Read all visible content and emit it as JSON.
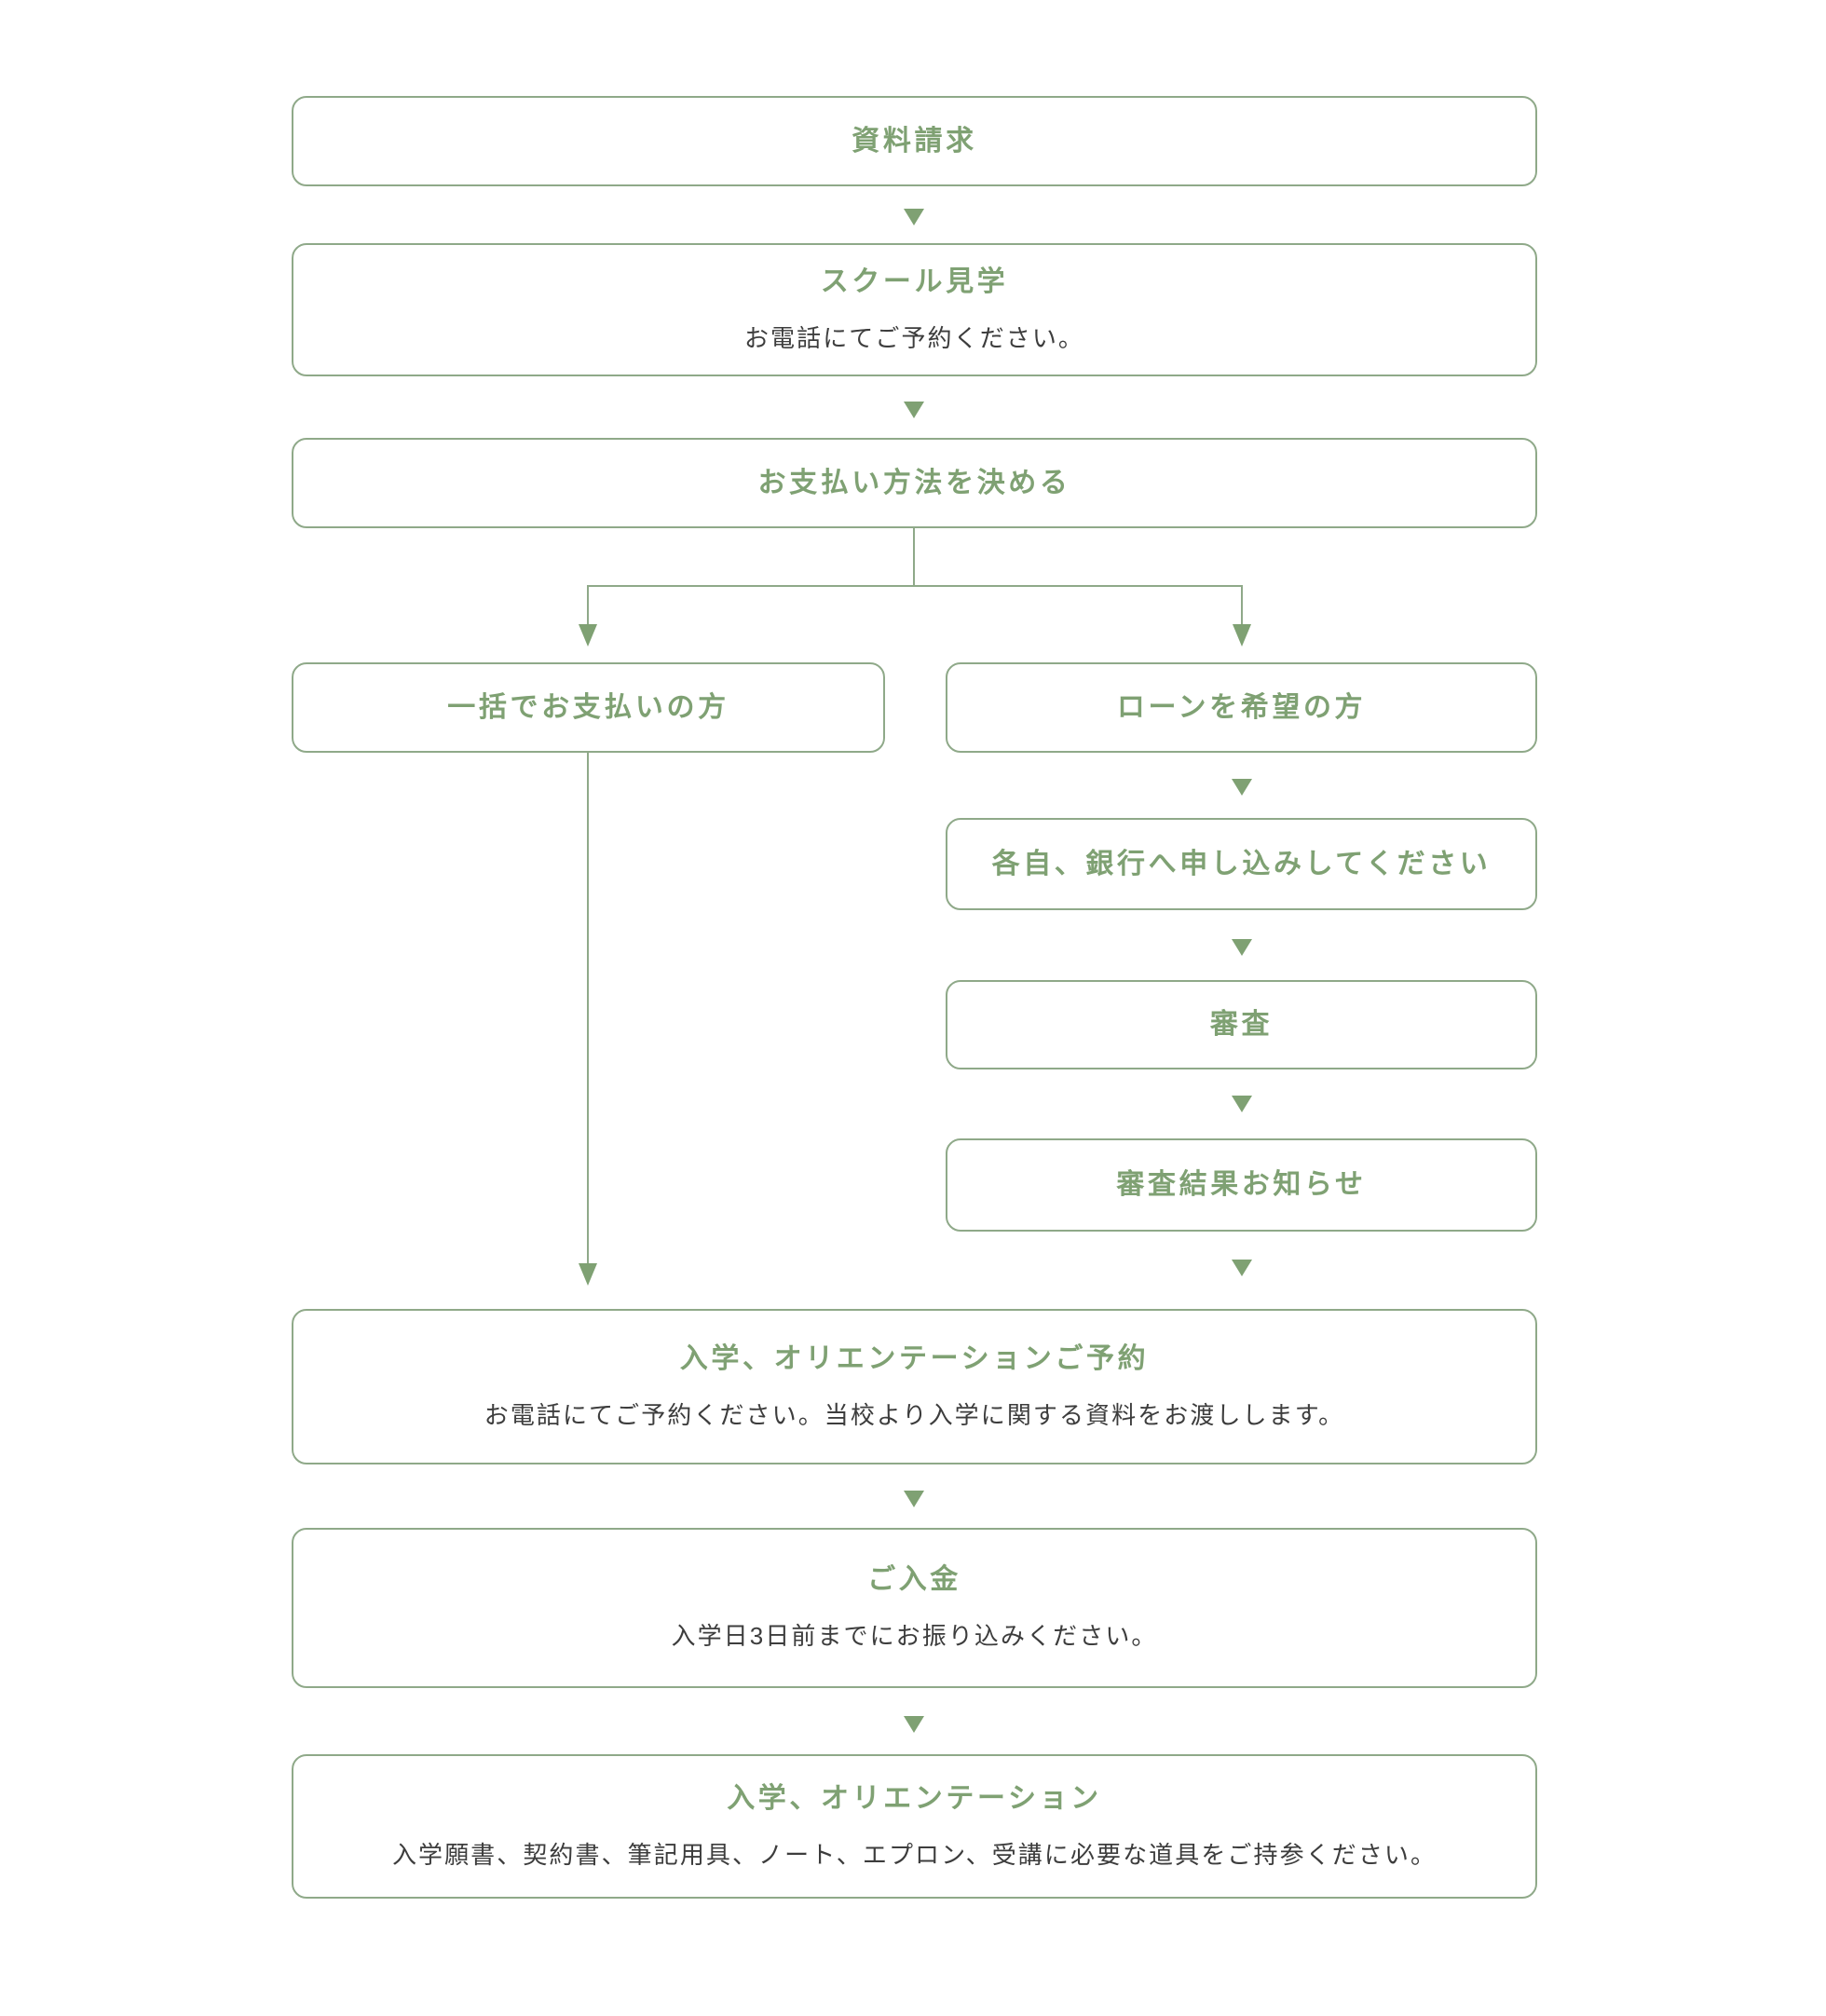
{
  "page": {
    "background": "#ffffff",
    "description": "enrollment flow chart"
  },
  "colors": {
    "accent_green": "#7fa173",
    "border_green": "#8fa989",
    "body_text": "#3d3d3d"
  },
  "icons": {
    "down_arrow_glyph": "▼"
  },
  "flow": {
    "request": {
      "title": "資料請求"
    },
    "tour": {
      "title": "スクール見学",
      "subtitle": "お電話にてご予約ください。"
    },
    "decide_payment": {
      "title": "お支払い方法を決める"
    },
    "lump_sum": {
      "title": "一括でお支払いの方"
    },
    "loan": {
      "title": "ローンを希望の方"
    },
    "loan_apply": {
      "title": "各自、銀行へ申し込みしてください"
    },
    "screening": {
      "title": "審査"
    },
    "screening_result": {
      "title": "審査結果お知らせ"
    },
    "orientation_reserve": {
      "title": "入学、オリエンテーションご予約",
      "subtitle": "お電話にてご予約ください。当校より入学に関する資料をお渡しします。"
    },
    "payment": {
      "title": "ご入金",
      "subtitle": "入学日3日前までにお振り込みください。"
    },
    "enrollment": {
      "title": "入学、オリエンテーション",
      "subtitle": "入学願書、契約書、筆記用具、ノート、エプロン、受講に必要な道具をご持参ください。"
    }
  }
}
